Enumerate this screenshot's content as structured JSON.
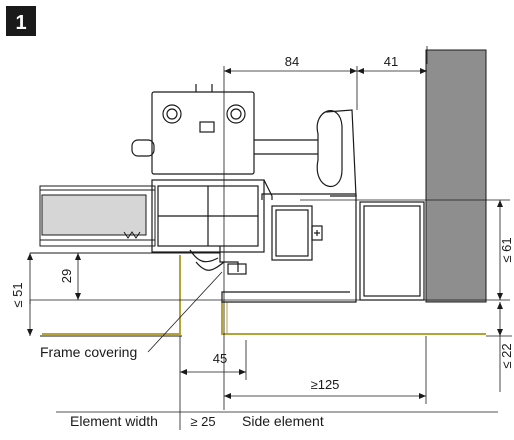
{
  "figure_number": "1",
  "dimensions": {
    "d84": "84",
    "d41": "41",
    "d61": "≤ 61",
    "d51": "≤ 51",
    "d29": "29",
    "d45": "45",
    "d125": "≥125",
    "d22": "≤ 22",
    "d25": "≥ 25"
  },
  "labels": {
    "frame_covering": "Frame covering",
    "element_width": "Element width",
    "side_element": "Side element"
  },
  "colors": {
    "wall": "#8e8e8e",
    "glass": "#d6d6d6",
    "cover_strip": "#b5a33a",
    "line": "#1a1a1a",
    "badge": "#1a1a1a"
  }
}
